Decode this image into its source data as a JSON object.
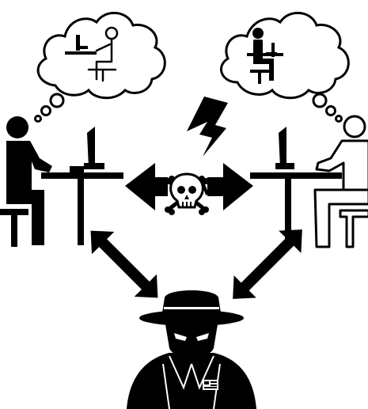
{
  "diagram": {
    "kind": "pictogram",
    "colors": {
      "ink": "#000000",
      "paper": "#ffffff"
    },
    "nodes": [
      {
        "id": "left-user",
        "label": "",
        "icon": "person-at-computer-icon",
        "style": "filled"
      },
      {
        "id": "right-user",
        "label": "",
        "icon": "person-at-computer-icon",
        "style": "outline"
      },
      {
        "id": "attacker",
        "label": "",
        "icon": "spy-with-hat-icon",
        "style": "filled"
      }
    ],
    "thought_bubbles": [
      {
        "owner": "left-user",
        "thinks_of": "right-user"
      },
      {
        "owner": "right-user",
        "thinks_of": "left-user"
      }
    ],
    "links": [
      {
        "from": "left-user",
        "to": "right-user",
        "kind": "double-arrow",
        "broken": true,
        "icon": "skull-crossbones-icon"
      },
      {
        "from": "left-user",
        "to": "attacker",
        "kind": "double-arrow"
      },
      {
        "from": "right-user",
        "to": "attacker",
        "kind": "double-arrow"
      }
    ],
    "attack_symbol": "lightning-bolt-icon"
  }
}
